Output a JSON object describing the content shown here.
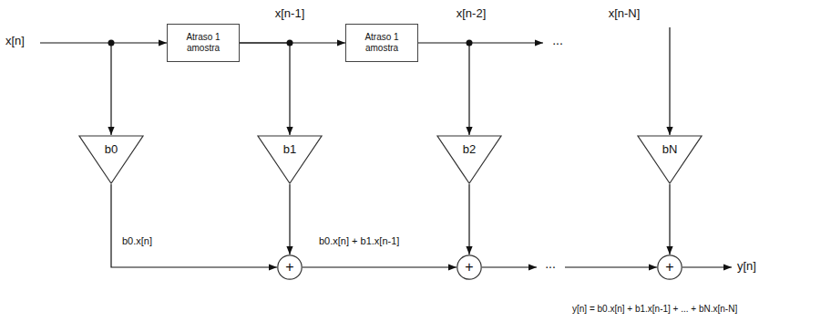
{
  "diagram": {
    "nodes": [
      {
        "text": [
          "Atraso 1 amostra"
        ]
      },
      {
        "text": [
          "Atraso 1 amostra"
        ]
      },
      {
        "text": [
          "b0"
        ]
      },
      {
        "text": [
          "b1"
        ]
      },
      {
        "text": [
          "b2"
        ]
      },
      {
        "text": [
          "bN"
        ]
      },
      {
        "text": [
          "+"
        ]
      },
      {
        "text": [
          "+"
        ]
      },
      {
        "text": [
          "+"
        ]
      }
    ],
    "edges": [
      {
        "from": 0,
        "to": 1,
        "arrow": "to"
      },
      {
        "from": 0,
        "to": 3,
        "arrow": "to"
      },
      {
        "from": 1,
        "to": 4,
        "arrow": "to"
      },
      {
        "from": 2,
        "to": 6,
        "arrow": "to",
        "label": "b0.x[n]"
      },
      {
        "from": 3,
        "to": 6,
        "arrow": "to"
      },
      {
        "from": 4,
        "to": 7,
        "arrow": "to"
      },
      {
        "from": 5,
        "to": 8,
        "arrow": "to"
      },
      {
        "from": 6,
        "to": 7,
        "arrow": "to",
        "label": "b0.x[n] + b1.x[n-1]"
      }
    ],
    "labels": [
      "x[n]",
      "x[n-1]",
      "x[n-2]",
      "...",
      "x[n-N]",
      "...",
      "y[n]",
      "y[n] = b0.x[n] + b1.x[n-1] + ... + bN.x[n-N]"
    ]
  }
}
